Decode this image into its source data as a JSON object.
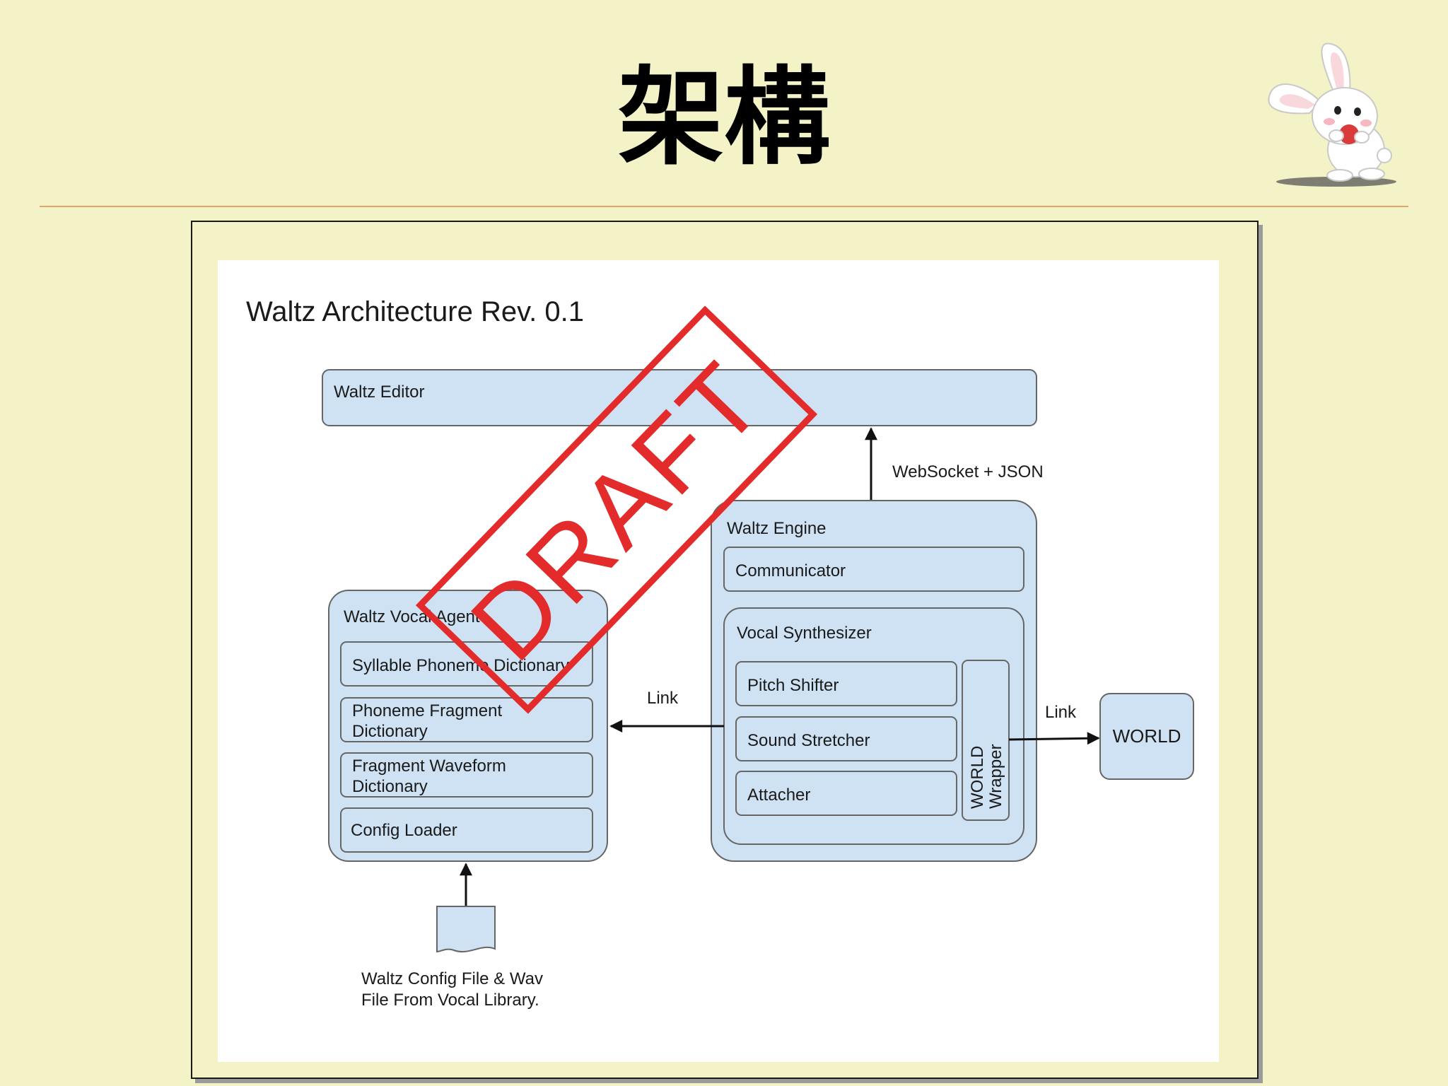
{
  "slide": {
    "title": "架構"
  },
  "diagram": {
    "title": "Waltz Architecture Rev. 0.1",
    "stamp": "DRAFT",
    "editor": {
      "label": "Waltz Editor"
    },
    "websocket_label": "WebSocket + JSON",
    "engine": {
      "label": "Waltz Engine",
      "communicator": "Communicator",
      "synth": {
        "label": "Vocal Synthesizer",
        "pitch_shifter": "Pitch Shifter",
        "sound_stretcher": "Sound Stretcher",
        "attacher": "Attacher",
        "wrapper_line1": "WORLD",
        "wrapper_line2": "Wrapper"
      }
    },
    "vocal_agent": {
      "label": "Waltz Vocal Agent",
      "syllable_dict": "Syllable Phoneme Dictionary",
      "phoneme_dict_line1": "Phoneme Fragment",
      "phoneme_dict_line2": "Dictionary",
      "waveform_dict_line1": "Fragment Waveform",
      "waveform_dict_line2": "Dictionary",
      "config_loader": "Config Loader"
    },
    "link_left": "Link",
    "link_right": "Link",
    "world": "WORLD",
    "config_file_line1": "Waltz Config File & Wav",
    "config_file_line2": "File From Vocal Library."
  },
  "colors": {
    "background": "#f4f2c7",
    "box_fill": "#cfe2f3",
    "box_stroke": "#666666",
    "stamp": "#e32b2b",
    "rule": "#e3a36d"
  },
  "icons": {
    "mascot": "rabbit-mascot",
    "document": "document-icon"
  }
}
